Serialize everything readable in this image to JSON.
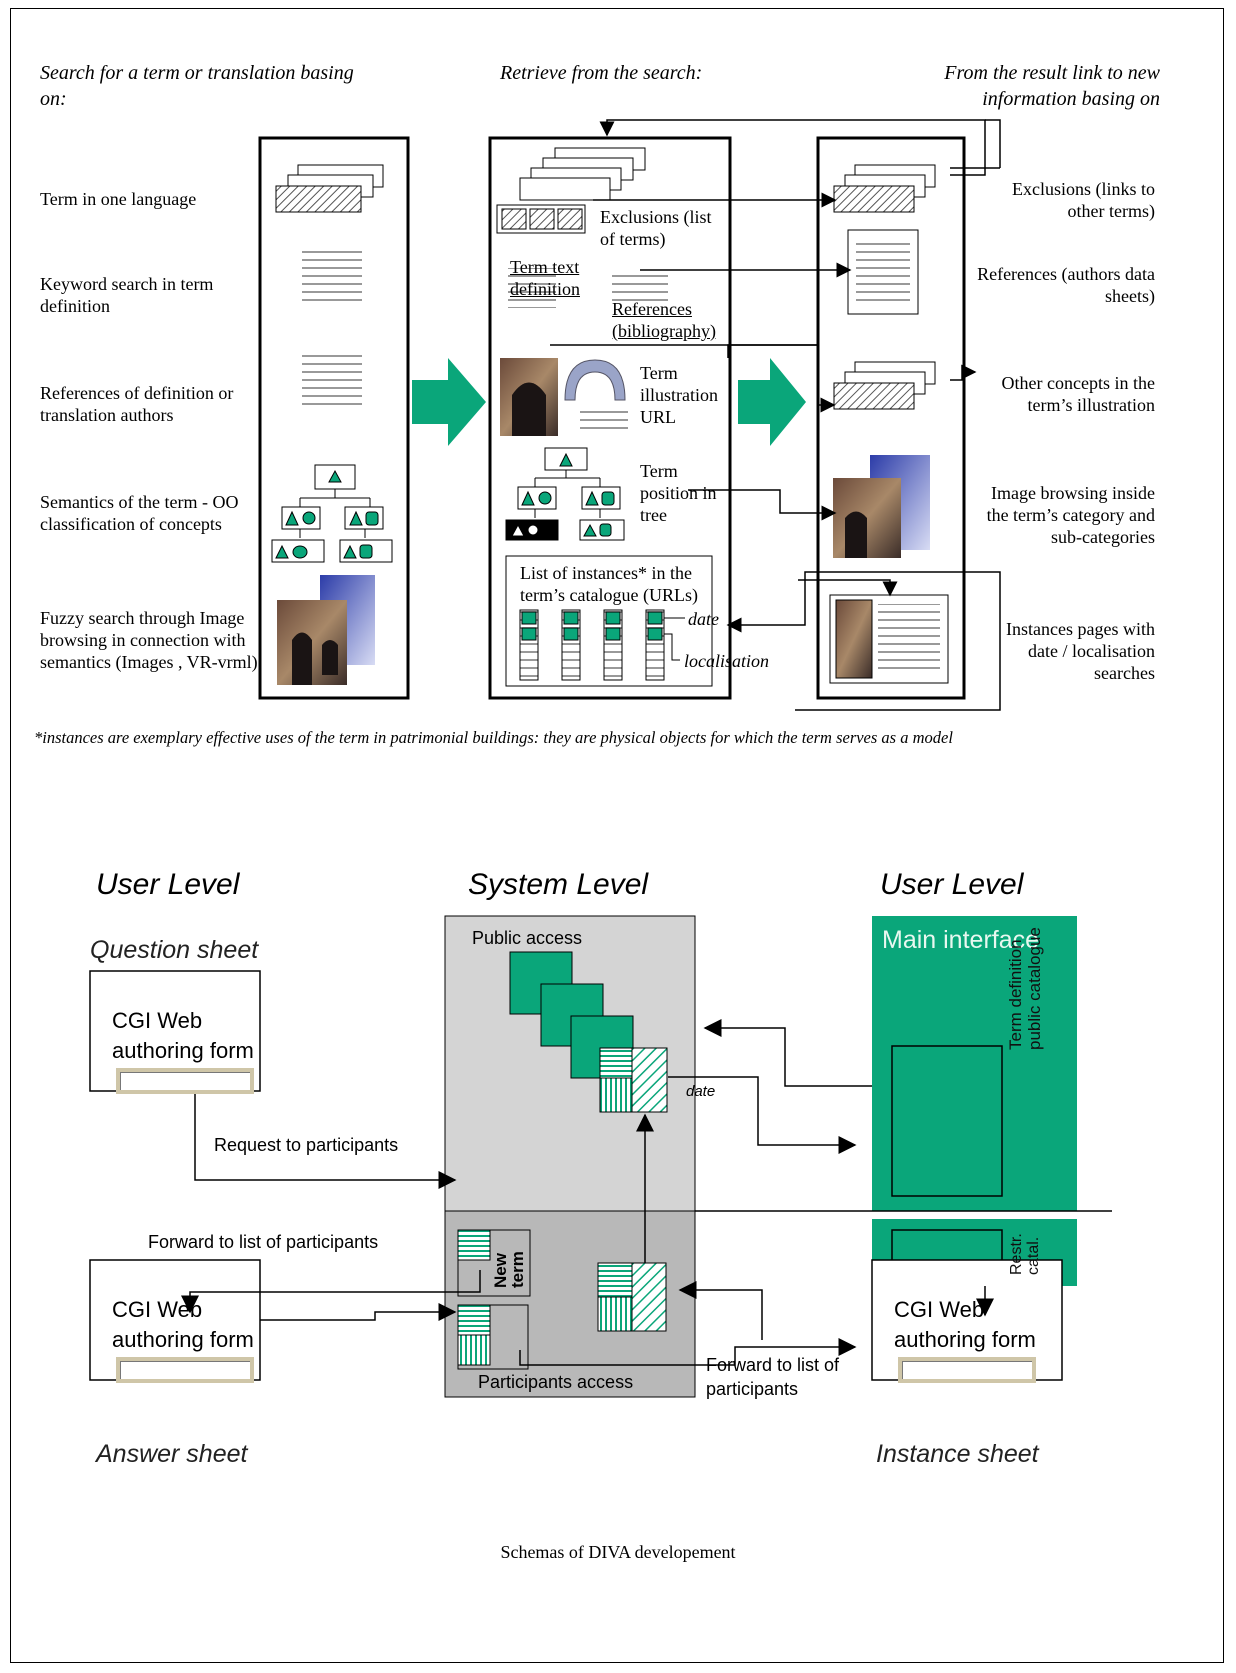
{
  "top": {
    "header_left": "Search for a term  or translation basing on:",
    "header_mid": "Retrieve from the search:",
    "header_right": "From the result link to new information basing on",
    "left_labels": [
      "Term in one language",
      "Keyword search in term definition",
      "References of definition or translation authors",
      "Semantics of the term - OO classification of concepts",
      "Fuzzy search through Image browsing in connection with semantics (Images , VR-vrml)"
    ],
    "mid_labels": {
      "exclusions": "Exclusions (list of terms)",
      "term_text": "Term text definition",
      "references": "References (bibliography)",
      "illustration": "Term illustration URL",
      "position": "Term position in tree",
      "instances": "List of instances* in the term’s catalogue (URLs)",
      "date": "date",
      "localisation": "localisation"
    },
    "right_labels": [
      "Exclusions (links to other terms)",
      "References (authors data sheets)",
      "Other concepts in the term’s illustration",
      "Image browsing inside the term’s category and sub-categories",
      "Instances pages with date / localisation searches"
    ],
    "footnote": "*instances are exemplary effective uses of the term in patrimonial buildings: they are physical objects for which the term serves as a model"
  },
  "bottom": {
    "user_level_left": "User Level",
    "system_level": "System Level",
    "user_level_right": "User Level",
    "question_sheet": "Question sheet",
    "answer_sheet": "Answer sheet",
    "instance_sheet": "Instance sheet",
    "form_label_1": "CGI Web",
    "form_label_2": "authoring form",
    "public_access": "Public access",
    "participants_access": "Participants access",
    "main_interface": "Main interface",
    "term_def_catalogue": "Term definition public catalogue",
    "restr_catal": "Restr. catal.",
    "new_term": "New term",
    "request": "Request to participants",
    "forward_left": "Forward to list of participants",
    "forward_right": "Forward to list of participants",
    "date": "date"
  },
  "caption": "Schemas of DIVA developement",
  "colors": {
    "green": "#0aa67a",
    "gray": "#b8b8b8",
    "gray_light": "#d4d4d4"
  }
}
